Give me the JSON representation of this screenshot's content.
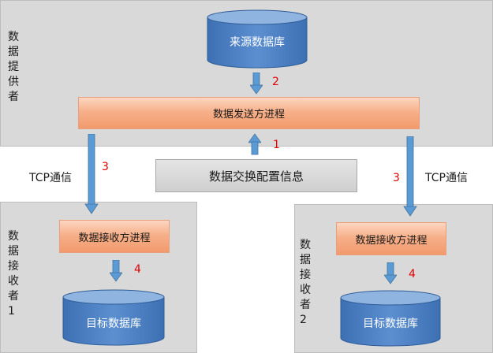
{
  "provider_region": {
    "label": "数\n据\n提\n供\n者"
  },
  "receiver1_region": {
    "label": "数\n据\n接\n收\n者\n1"
  },
  "receiver2_region": {
    "label": "数\n据\n接\n收\n者\n2"
  },
  "source_db": {
    "label": "来源数据库"
  },
  "sender_process": {
    "label": "数据发送方进程"
  },
  "config_box": {
    "label": "数据交换配置信息"
  },
  "receiver1_process": {
    "label": "数据接收方进程"
  },
  "receiver2_process": {
    "label": "数据接收方进程"
  },
  "target_db1": {
    "label": "目标数据库"
  },
  "target_db2": {
    "label": "目标数据库"
  },
  "arrows": {
    "step1": "1",
    "step2": "2",
    "step3_left": "3",
    "step3_right": "3",
    "step4_left": "4",
    "step4_right": "4"
  },
  "tcp_left": "TCP通信",
  "tcp_right": "TCP通信",
  "colors": {
    "region": "#d9d9d9",
    "process": "#f4a77e",
    "database": "#4a7fc1",
    "arrow": "#5b9bd5",
    "step_number": "#e00000"
  }
}
